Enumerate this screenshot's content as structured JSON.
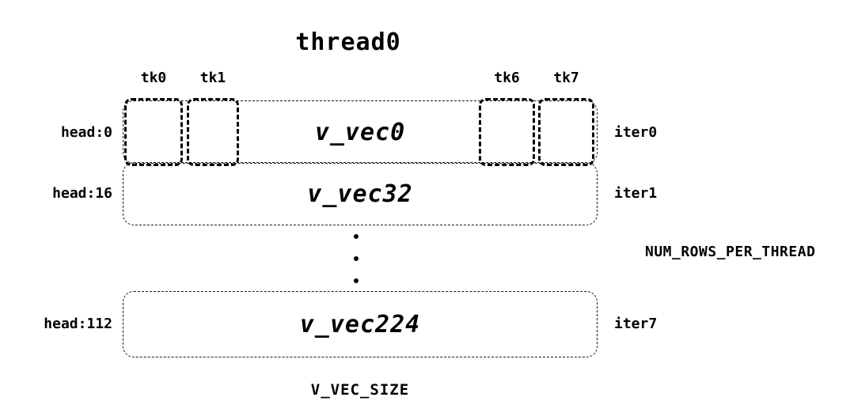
{
  "title": "thread0",
  "tk_labels": [
    "tk0",
    "tk1",
    "tk6",
    "tk7"
  ],
  "rows": [
    {
      "head": "head:0",
      "vec": "v_vec0",
      "iter": "iter0"
    },
    {
      "head": "head:16",
      "vec": "v_vec32",
      "iter": "iter1"
    },
    {
      "head": "head:112",
      "vec": "v_vec224",
      "iter": "iter7"
    }
  ],
  "annotations": {
    "num_rows_label": "NUM_ROWS_PER_THREAD",
    "v_vec_size_label": "V_VEC_SIZE"
  },
  "colors": {
    "ink": "#000000",
    "background": "#ffffff"
  }
}
